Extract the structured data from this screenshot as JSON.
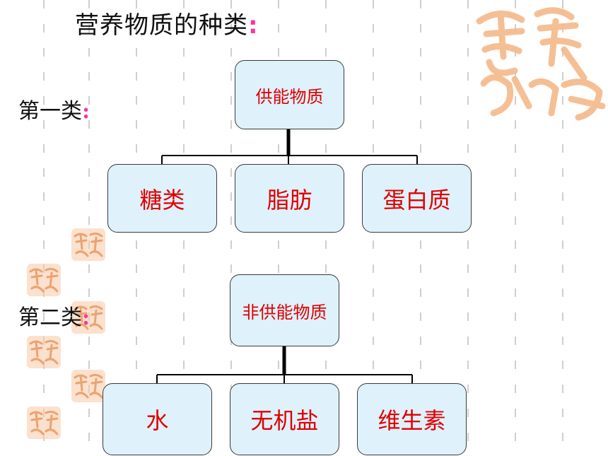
{
  "title": {
    "text": "营养物质的种类",
    "colon": ":"
  },
  "sections": [
    {
      "label": "第一类",
      "colon": ":",
      "root": "供能物质",
      "children": [
        "糖类",
        "脂肪",
        "蛋白质"
      ]
    },
    {
      "label": "第二类",
      "colon": ":",
      "root": "非供能物质",
      "children": [
        "水",
        "无机盐",
        "维生素"
      ]
    }
  ],
  "decoration": {
    "stamp_text": "吉祥如意",
    "stamp_color": "#f5b98a"
  },
  "colors": {
    "box_fill": "#dff1fb",
    "box_text": "#e00000",
    "colon": "#ff3399",
    "line": "#000000"
  }
}
